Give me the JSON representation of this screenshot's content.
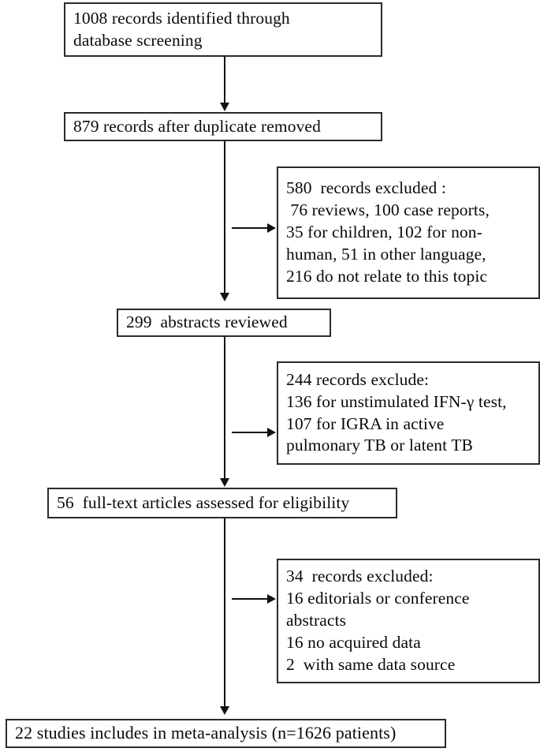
{
  "figure": {
    "type": "prisma-flow-diagram",
    "orientation": "vertical",
    "colors": {
      "box_border": "#2b2b2b",
      "arrow": "#111111",
      "background": "#ffffff",
      "text": "#0a0a0a"
    }
  },
  "nodes": {
    "identified": {
      "id": "identified",
      "lines": [
        "1008 records identified through",
        "database screening"
      ],
      "count": 1008
    },
    "duplicates": {
      "id": "duplicates",
      "lines": [
        "879 records after duplicate removed"
      ],
      "count": 879
    },
    "excluded_1": {
      "id": "excluded-1",
      "lines": [
        "580  records excluded :",
        " 76 reviews, 100 case reports,",
        "35 for children, 102 for non-",
        "human, 51 in other language,",
        "216 do not relate to this topic"
      ],
      "count": 580,
      "breakdown": [
        {
          "reason": "reviews",
          "n": 76
        },
        {
          "reason": "case reports",
          "n": 100
        },
        {
          "reason": "for children",
          "n": 35
        },
        {
          "reason": "for non-human",
          "n": 102
        },
        {
          "reason": "in other language",
          "n": 51
        },
        {
          "reason": "do not relate to this topic",
          "n": 216
        }
      ]
    },
    "abstracts": {
      "id": "abstracts",
      "lines": [
        "299  abstracts reviewed"
      ],
      "count": 299
    },
    "excluded_2": {
      "id": "excluded-2",
      "lines": [
        "244 records exclude:",
        "136 for unstimulated IFN-γ test,",
        "107 for IGRA in active",
        "pulmonary TB or latent TB"
      ],
      "count": 244,
      "breakdown": [
        {
          "reason": "for unstimulated IFN-γ test",
          "n": 136
        },
        {
          "reason": "for IGRA in active pulmonary TB or latent TB",
          "n": 107
        }
      ]
    },
    "fulltext": {
      "id": "fulltext",
      "lines": [
        "56  full-text articles assessed for eligibility"
      ],
      "count": 56
    },
    "excluded_3": {
      "id": "excluded-3",
      "lines": [
        "34  records excluded:",
        "16 editorials or conference",
        "abstracts",
        "16 no acquired data",
        "2  with same data source"
      ],
      "count": 34,
      "breakdown": [
        {
          "reason": "editorials or conference abstracts",
          "n": 16
        },
        {
          "reason": "no acquired data",
          "n": 16
        },
        {
          "reason": "with same data source",
          "n": 2
        }
      ]
    },
    "included": {
      "id": "included",
      "lines": [
        "22 studies includes in meta-analysis (n=1626 patients)"
      ],
      "count": 22,
      "patients": 1626
    }
  },
  "arrows": [
    {
      "name": "arrow-identified-to-duplicates",
      "kind": "down"
    },
    {
      "name": "arrow-duplicates-to-abstracts",
      "kind": "down"
    },
    {
      "name": "arrow-to-excluded-1",
      "kind": "right"
    },
    {
      "name": "arrow-abstracts-to-fulltext",
      "kind": "down"
    },
    {
      "name": "arrow-to-excluded-2",
      "kind": "right"
    },
    {
      "name": "arrow-fulltext-to-included",
      "kind": "down"
    },
    {
      "name": "arrow-to-excluded-3",
      "kind": "right"
    }
  ]
}
